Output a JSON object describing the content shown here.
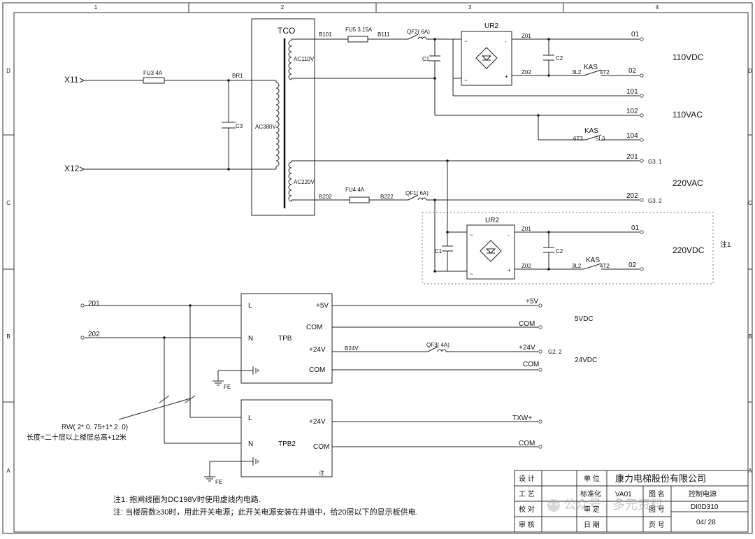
{
  "border": {
    "cols": [
      "1",
      "2",
      "3",
      "4"
    ],
    "rows": [
      "D",
      "C",
      "B",
      "A"
    ]
  },
  "labels": {
    "tco": "TCO",
    "ac110v": "AC110V",
    "ac380v": "AC380V",
    "ac220v": "AC220V",
    "x11": "X11",
    "x12": "X12",
    "fu3": "FU3  4A",
    "br1": "BR1",
    "c3": "C3",
    "b101": "B101",
    "fu5": "FU5  3.15A",
    "b111": "B111",
    "qf2": "QF2( 6A)",
    "ur2_top": "UR2",
    "c1_top": "C1",
    "z01_top": "Z01",
    "z02_top": "Z02",
    "c2_top": "C2",
    "kas_top": "KAS",
    "k3l2_top": "3L2",
    "k4t2_top": "4T2",
    "w01_top": "01",
    "w02_top": "02",
    "w101": "101",
    "w102": "102",
    "kas_mid": "KAS",
    "k6t3": "6T3",
    "k5l3": "5L3",
    "w104": "104",
    "v110dc": "110VDC",
    "v110ac": "110VAC",
    "w201": "201",
    "g31": "G3. 1",
    "v220ac": "220VAC",
    "b202": "B202",
    "fu4": "FU4  4A",
    "b222": "B222",
    "qf1": "QF1( 6A)",
    "w202": "202",
    "g32": "G3. 2",
    "ur2_bot": "UR2",
    "c1_bot": "C1",
    "z01_bot": "Z01",
    "z02_bot": "Z02",
    "c2_bot": "C2",
    "kas_bot": "KAS",
    "k3l2_bot": "3L2",
    "k4t2_bot": "4T2",
    "w01_bot": "01",
    "w02_bot": "02",
    "v220dc": "220VDC",
    "note1_tag": "注1",
    "in201": "201",
    "in202": "202",
    "tpb": "TPB",
    "tpb_l": "L",
    "tpb_n": "N",
    "tpb_p5": "+5V",
    "tpb_com1": "COM",
    "tpb_p24": "+24V",
    "tpb_com2": "COM",
    "b24v": "B24V",
    "qf3": "QF3( 4A)",
    "out_p5": "+5V",
    "out_com1": "COM",
    "out_p24": "+24V",
    "g22": "G2. 2",
    "out_com2": "COM",
    "v5dc": "5VDC",
    "v24dc": "24VDC",
    "fe1": "FE",
    "tpb2": "TPB2",
    "tpb2_l": "L",
    "tpb2_n": "N",
    "tpb2_p24": "+24V",
    "tpb2_com": "COM",
    "tpb2_zhu": "注",
    "txw": "TXW+",
    "out_com3": "COM",
    "fe2": "FE",
    "rw": "RW( 2* 0. 75+1* 2. 0)",
    "rw_len": "长度=二十层以上楼层总高+12米"
  },
  "notes": {
    "n1": "注1:  抱闸线圈为DC198V时使用虚线内电路.",
    "n2": "注:  当楼层数≥30时，用此开关电源；此开关电源安装在井道中，给20层以下的显示板供电."
  },
  "title_block": {
    "r_design": "设 计",
    "r_process": "工 艺",
    "r_check": "校 对",
    "r_review": "审 核",
    "unit_label": "单 位",
    "company": "康力电梯股份有限公司",
    "std_label": "标准化",
    "std_value": "VA01",
    "drawing_label": "图 名",
    "drawing_name": "控制电源",
    "approve_label": "审 定",
    "number_label": "图 号",
    "number_value": "DI0D310",
    "date_label": "日 期",
    "page_label": "页 号",
    "page_value": "04/ 28"
  },
  "watermark": "公众号 · 多元资料"
}
